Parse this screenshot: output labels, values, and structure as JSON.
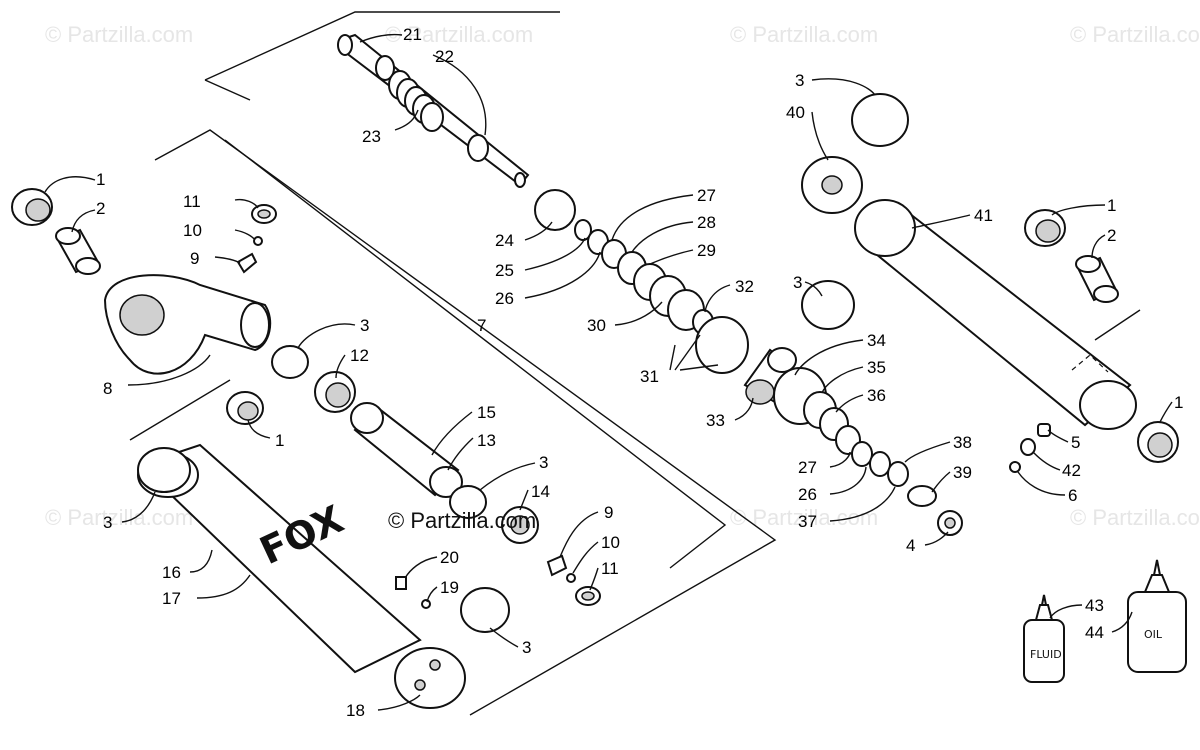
{
  "watermark": "© Partzilla.com",
  "center_watermark": "© Partzilla.com",
  "brand_logo_text": "FOX",
  "bottles": {
    "fluid": "FLUID",
    "oil": "OIL"
  },
  "callouts": {
    "c21": "21",
    "c22": "22",
    "c23": "23",
    "c1a": "1",
    "c2a": "2",
    "c11a": "11",
    "c10a": "10",
    "c9a": "9",
    "c8": "8",
    "c3a": "3",
    "c12": "12",
    "c7": "7",
    "c1b": "1",
    "c15": "15",
    "c13": "13",
    "c3b": "3",
    "c14": "14",
    "c9b": "9",
    "c10b": "10",
    "c11b": "11",
    "c3c": "3",
    "c16": "16",
    "c17": "17",
    "c20": "20",
    "c19": "19",
    "c3d": "3",
    "c18": "18",
    "c24": "24",
    "c25": "25",
    "c26a": "26",
    "c27a": "27",
    "c28": "28",
    "c29": "29",
    "c30": "30",
    "c31": "31",
    "c32": "32",
    "c33": "33",
    "c3e": "3",
    "c34": "34",
    "c35": "35",
    "c36": "36",
    "c27b": "27",
    "c26b": "26",
    "c37": "37",
    "c38": "38",
    "c39": "39",
    "c4": "4",
    "c3f": "3",
    "c40": "40",
    "c41": "41",
    "c1c": "1",
    "c2b": "2",
    "c1d": "1",
    "c5": "5",
    "c42": "42",
    "c6": "6",
    "c43": "43",
    "c44": "44"
  }
}
